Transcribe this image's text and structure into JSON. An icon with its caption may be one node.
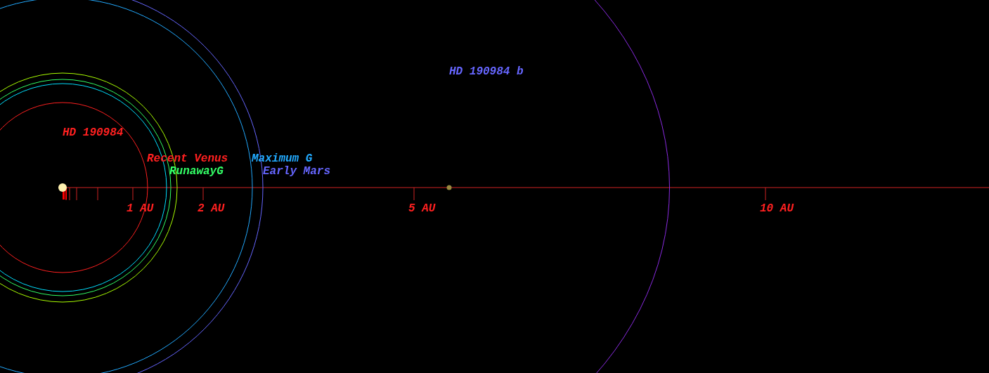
{
  "diagram": {
    "labels": [
      "HD 190984 b",
      "HD 190984",
      "Recent Venus",
      "Maximum G",
      "RunawayG",
      "Early Mars",
      "1 AU",
      "2 AU",
      "5 AU",
      "10 AU"
    ]
  }
}
